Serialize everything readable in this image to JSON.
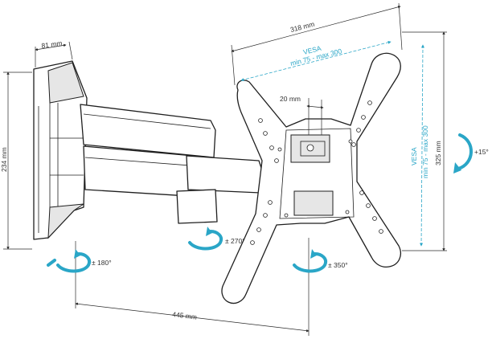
{
  "dimensions": {
    "depth_top": "81 mm",
    "wall_plate_height": "234 mm",
    "vesa_width": "318 mm",
    "vesa_horizontal_label": "VESA",
    "vesa_horizontal_range": "min 75 - max 300",
    "offset": "20 mm",
    "vesa_vertical_label": "VESA",
    "vesa_vertical_range": "min 75 - max 300",
    "plate_height": "325 mm",
    "extension": "445 mm"
  },
  "rotations": {
    "tilt": "+15°",
    "wall_swivel": "± 180°",
    "arm_swivel": "± 270°",
    "plate_rotation": "± 350°"
  },
  "colors": {
    "accent": "#2aa6c7",
    "line": "#1f1f1f"
  }
}
